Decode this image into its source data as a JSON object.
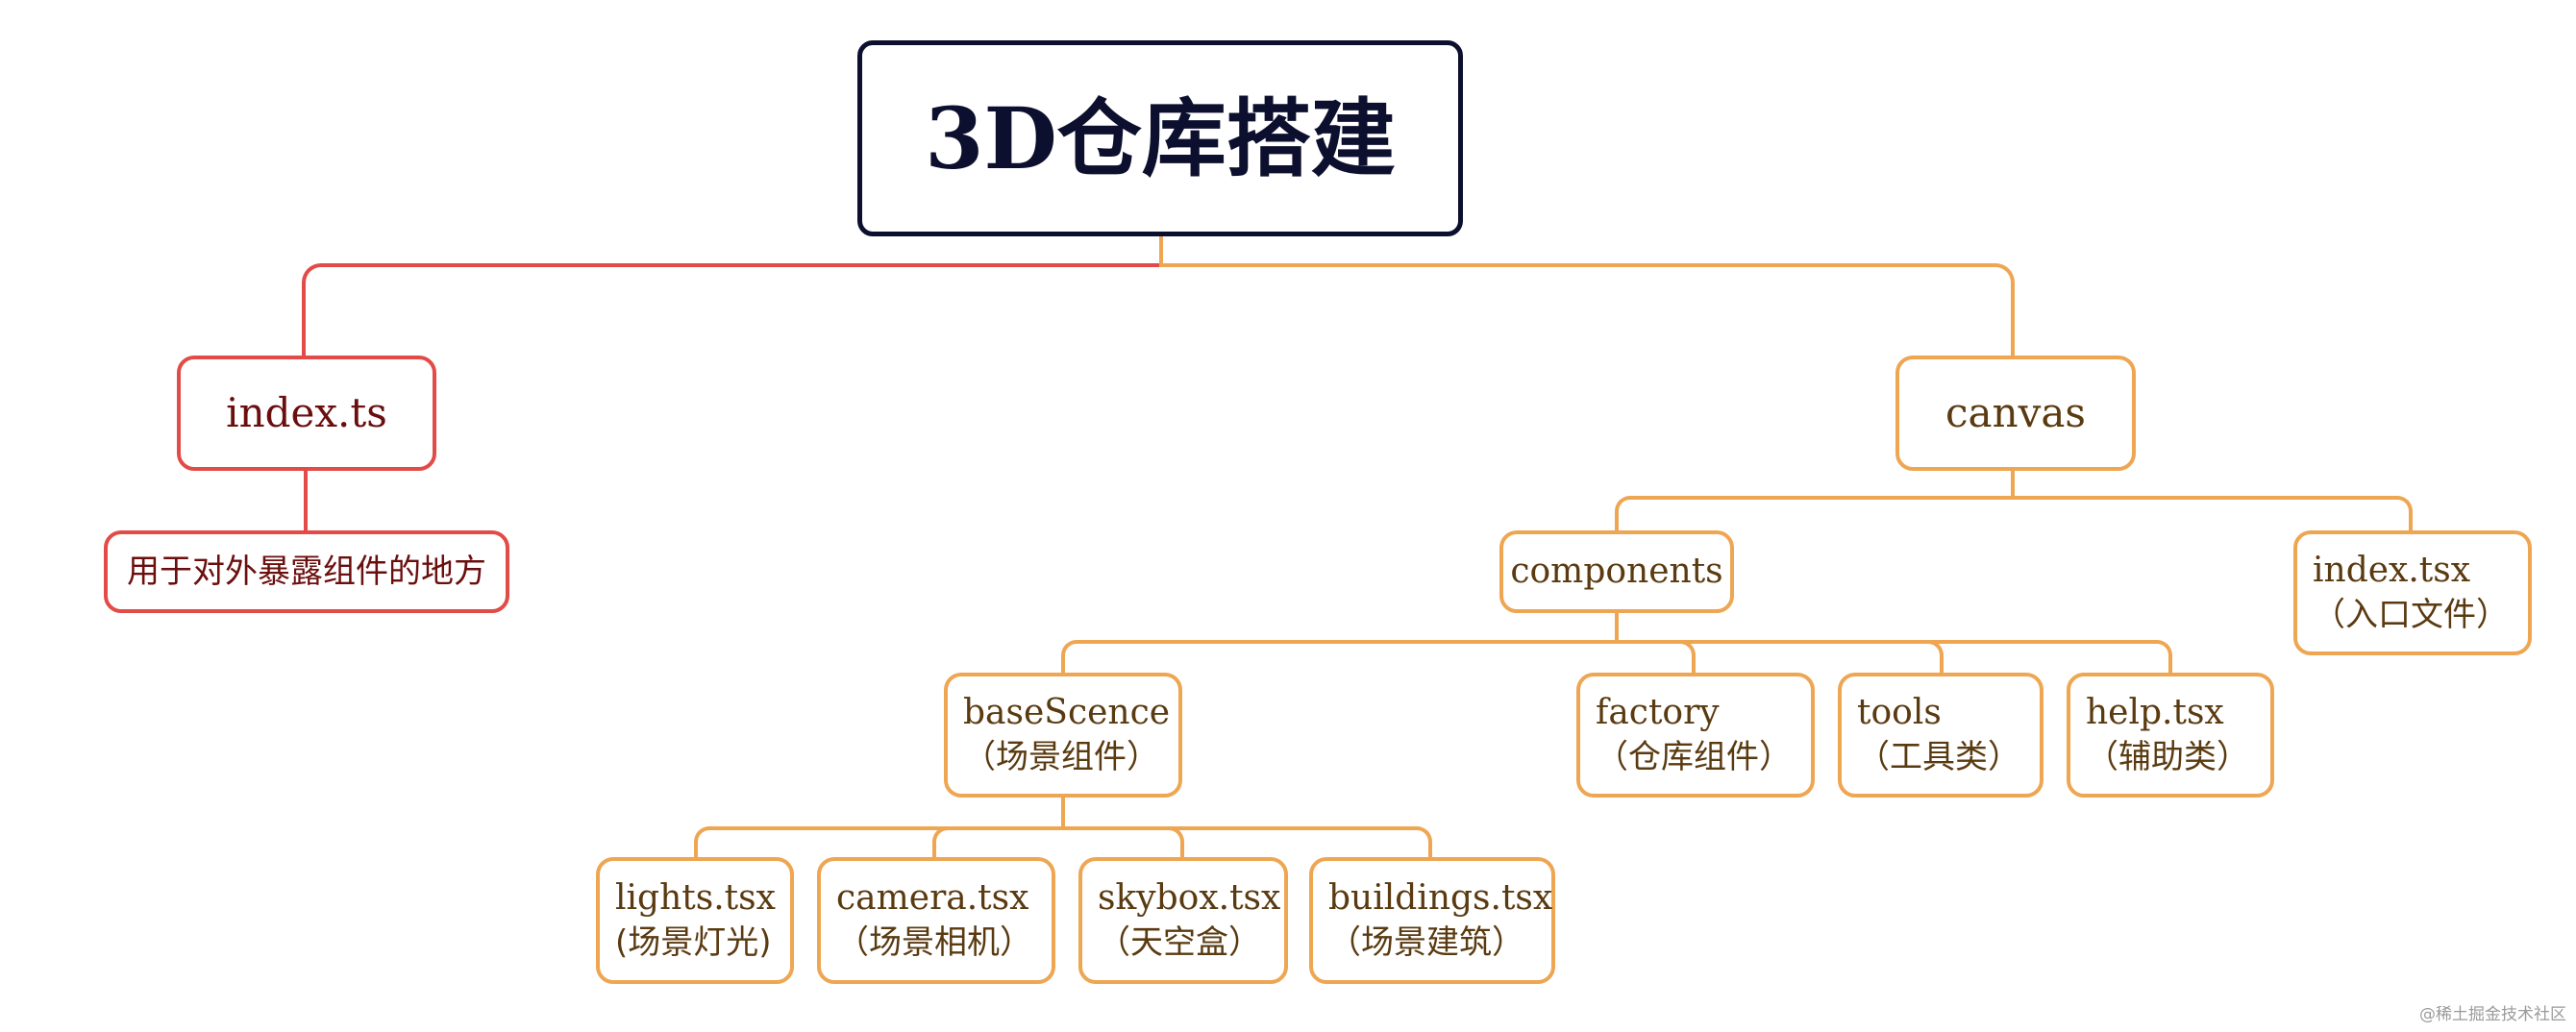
{
  "title": "3D仓库搭建",
  "branches": {
    "index_ts": {
      "label": "index.ts",
      "note": "用于对外暴露组件的地方"
    },
    "canvas": {
      "label": "canvas"
    }
  },
  "canvas_children": {
    "components": {
      "label": "components"
    },
    "index_tsx": {
      "label": "index.tsx",
      "desc": "（入口文件）"
    }
  },
  "components_children": {
    "baseScence": {
      "label": "baseScence",
      "desc": "（场景组件）"
    },
    "factory": {
      "label": "factory",
      "desc": "（仓库组件）"
    },
    "tools": {
      "label": "tools",
      "desc": "（工具类）"
    },
    "help": {
      "label": "help.tsx",
      "desc": "（辅助类）"
    }
  },
  "scene_children": {
    "lights": {
      "label": "lights.tsx",
      "desc": "(场景灯光)"
    },
    "camera": {
      "label": "camera.tsx",
      "desc": "（场景相机）"
    },
    "skybox": {
      "label": "skybox.tsx",
      "desc": "（天空盒）"
    },
    "buildings": {
      "label": "buildings.tsx",
      "desc": "（场景建筑）"
    }
  },
  "watermark": "@稀土掘金技术社区",
  "colors": {
    "red": "#E24B47",
    "orange": "#EEA653",
    "root": "#0d0f2e"
  }
}
